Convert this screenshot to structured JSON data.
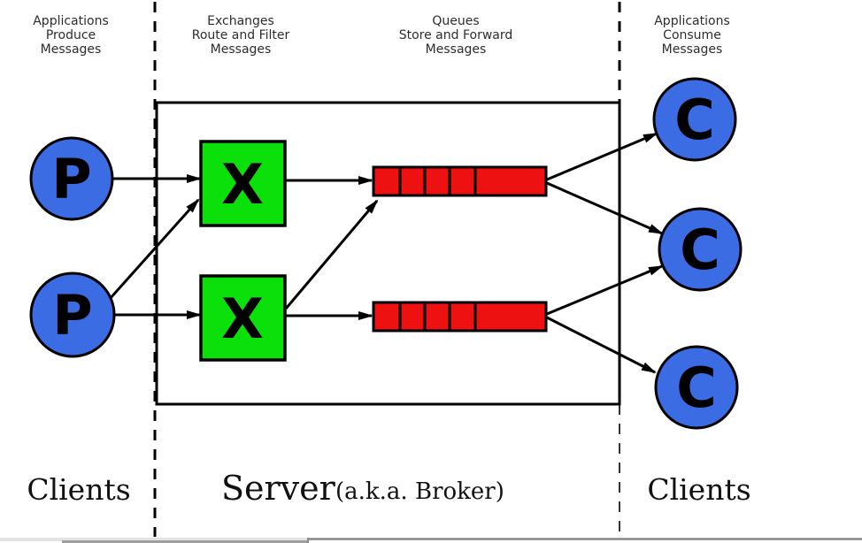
{
  "colors": {
    "node_blue": "#3b6ce4",
    "exchange_green": "#0be00b",
    "queue_red": "#ee1111",
    "line_black": "#000000",
    "label_gray": "#2d2d2d"
  },
  "top_labels": {
    "producers": {
      "lines": [
        "Applications",
        "Produce",
        "Messages"
      ]
    },
    "exchanges": {
      "lines": [
        "Exchanges",
        "Route and Filter",
        "Messages"
      ]
    },
    "queues": {
      "lines": [
        "Queues",
        "Store and Forward",
        "Messages"
      ]
    },
    "consumers": {
      "lines": [
        "Applications",
        "Consume",
        "Messages"
      ]
    }
  },
  "nodes": {
    "producer_label": "P",
    "exchange_label": "X",
    "consumer_label": "C"
  },
  "footer": {
    "clients_left": "Clients",
    "server": "Server",
    "server_alias": "(a.k.a. Broker)",
    "clients_right": "Clients"
  }
}
